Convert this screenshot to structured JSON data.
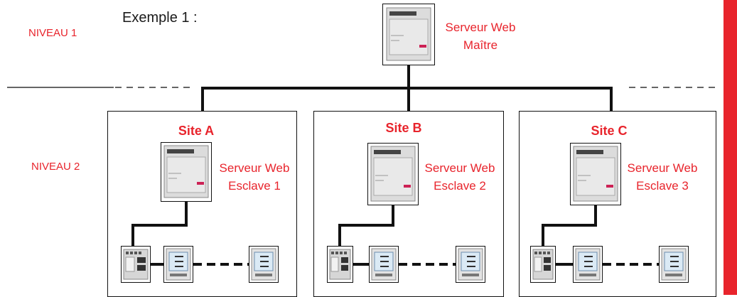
{
  "heading": "Exemple 1 :",
  "levels": {
    "level1": "NIVEAU 1",
    "level2": "NIVEAU 2"
  },
  "master": {
    "line1": "Serveur Web",
    "line2": "Maître"
  },
  "sites": [
    {
      "title": "Site A",
      "server_line1": "Serveur Web",
      "server_line2": "Esclave 1"
    },
    {
      "title": "Site B",
      "server_line1": "Serveur Web",
      "server_line2": "Esclave 2"
    },
    {
      "title": "Site C",
      "server_line1": "Serveur Web",
      "server_line2": "Esclave 3"
    }
  ],
  "colors": {
    "accent": "#e8242c",
    "line": "#111111"
  },
  "icons": [
    "web-server-icon",
    "power-meter-icon",
    "din-meter-icon"
  ]
}
